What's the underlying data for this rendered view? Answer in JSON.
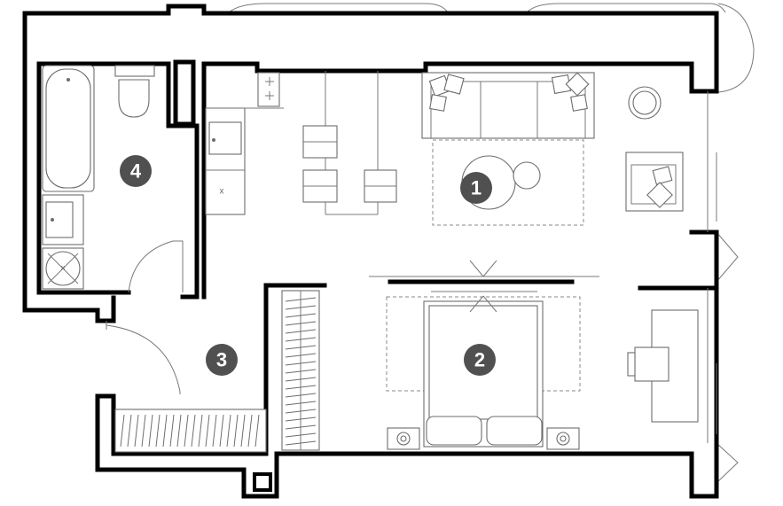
{
  "plan": {
    "rooms": [
      {
        "number": "1",
        "label_color": "#505050"
      },
      {
        "number": "2",
        "label_color": "#505050"
      },
      {
        "number": "3",
        "label_color": "#505050"
      },
      {
        "number": "4",
        "label_color": "#505050"
      }
    ],
    "appliance_marks": {
      "dishwasher": "x",
      "washer": "×"
    },
    "colors": {
      "wall": "#000000",
      "furniture": "#6d6d6d",
      "badge": "#505050",
      "background": "#ffffff"
    }
  }
}
